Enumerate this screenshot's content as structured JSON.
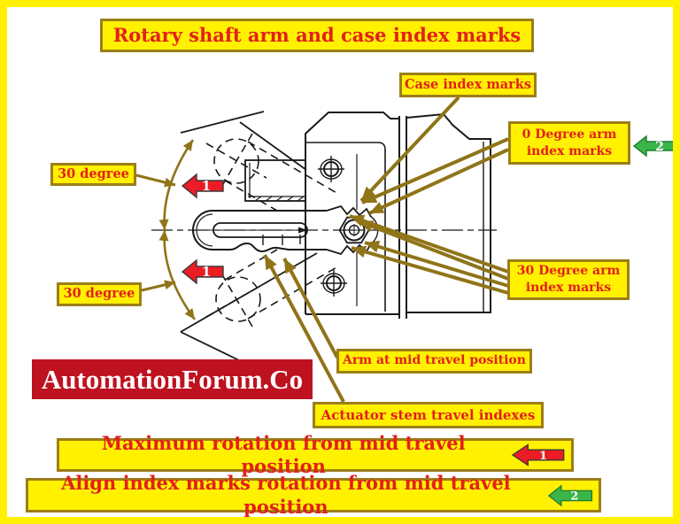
{
  "title": "Rotary shaft arm and case index marks",
  "labels": {
    "case_index": "Case index marks",
    "zero_degree_line1": "0 Degree arm",
    "zero_degree_line2": "index marks",
    "thirty_top": "30 degree",
    "thirty_bottom": "30 degree",
    "thirty_arm_line1": "30 Degree arm",
    "thirty_arm_line2": "index marks",
    "arm_mid": "Arm at mid travel position",
    "actuator": "Actuator stem travel indexes"
  },
  "banners": {
    "max_rotation": "Maximum rotation from mid travel position",
    "align_marks": "Align index marks rotation from mid travel position"
  },
  "markers": {
    "max_rotation": "1",
    "align_marks": "2"
  },
  "watermark": "AutomationForum.Co",
  "colors": {
    "page_border_yellow": "#FFF100",
    "label_background_yellow": "#FFF100",
    "box_border_olive": "#9C7E18",
    "label_text_red": "#E3201B",
    "pointer_line_olive": "#8F7418",
    "arrow_red": "#EC1C24",
    "arrow_green": "#3BB54A",
    "logo_red": "#BE1220",
    "drawing_black": "#1A1A1A"
  }
}
